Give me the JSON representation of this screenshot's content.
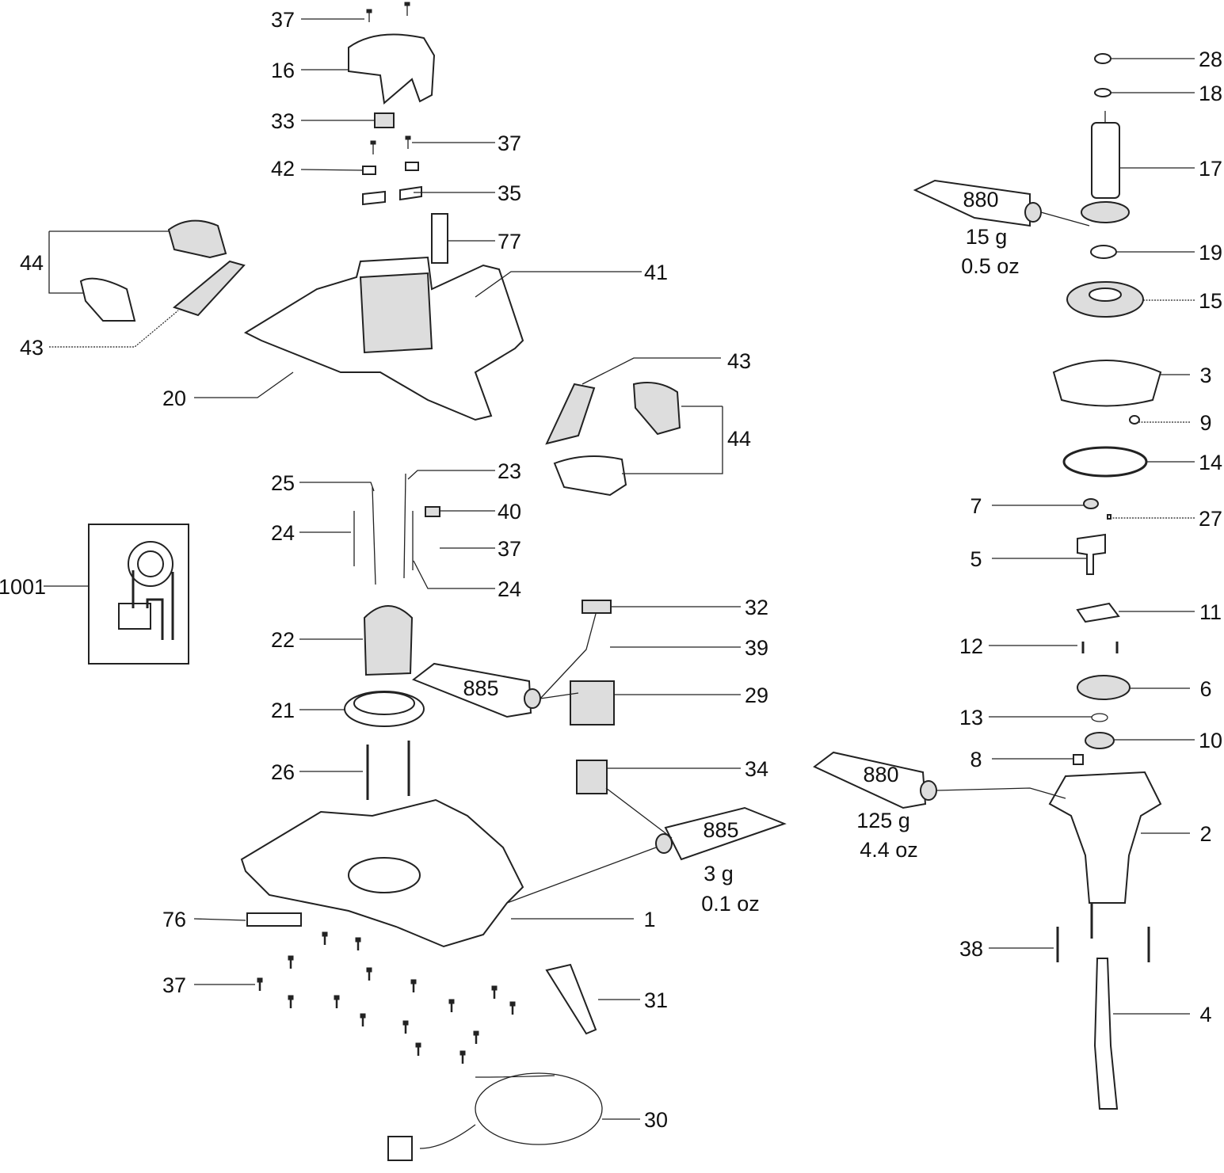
{
  "diagram": {
    "callouts": [
      "37",
      "16",
      "33",
      "37",
      "42",
      "35",
      "77",
      "44",
      "43",
      "41",
      "20",
      "43",
      "44",
      "25",
      "23",
      "40",
      "24",
      "37",
      "24",
      "1001",
      "32",
      "39",
      "22",
      "29",
      "21",
      "26",
      "34",
      "1",
      "76",
      "37",
      "31",
      "30",
      "28",
      "18",
      "17",
      "19",
      "15",
      "3",
      "9",
      "14",
      "7",
      "27",
      "5",
      "11",
      "12",
      "6",
      "13",
      "10",
      "8",
      "2",
      "38",
      "4"
    ],
    "tubes": [
      {
        "code": "880",
        "amount_g": "15 g",
        "amount_oz": "0.5 oz"
      },
      {
        "code": "885"
      },
      {
        "code": "885",
        "amount_g": "3 g",
        "amount_oz": "0.1 oz"
      },
      {
        "code": "880",
        "amount_g": "125 g",
        "amount_oz": "4.4 oz"
      }
    ]
  }
}
